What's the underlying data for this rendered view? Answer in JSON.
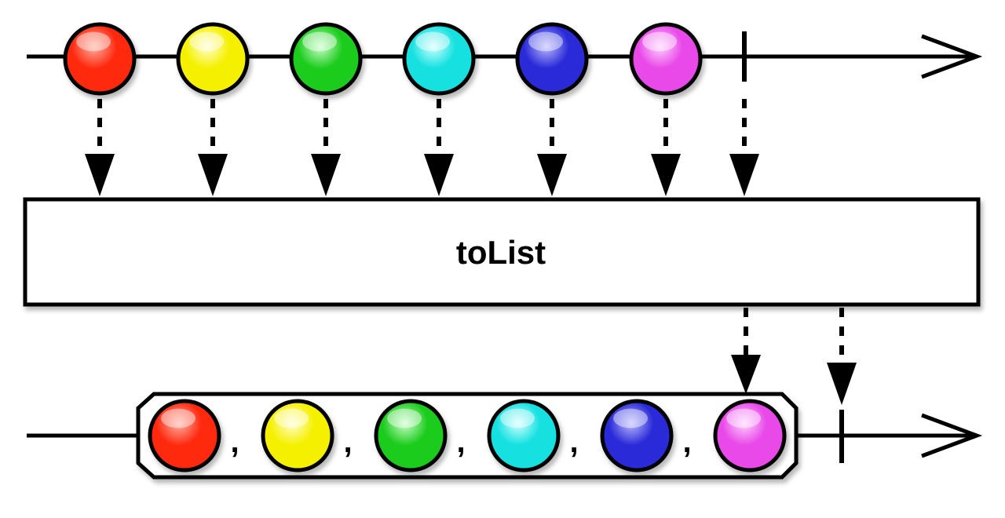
{
  "operator": {
    "label": "toList"
  },
  "colors": {
    "line": "#000000",
    "box_fill": "#ffffff",
    "shadow": "#c8c8c8"
  },
  "source_stream": {
    "items": [
      {
        "name": "red",
        "color": "#ff2a10",
        "highlight": "#ffb0a0"
      },
      {
        "name": "yellow",
        "color": "#f5f000",
        "highlight": "#ffffd0"
      },
      {
        "name": "green",
        "color": "#1ecc1e",
        "highlight": "#c8ffc8"
      },
      {
        "name": "cyan",
        "color": "#12e0e0",
        "highlight": "#d0ffff"
      },
      {
        "name": "blue",
        "color": "#2a2ad8",
        "highlight": "#b8b8ff"
      },
      {
        "name": "magenta",
        "color": "#e848e8",
        "highlight": "#ffd0ff"
      }
    ],
    "completes": true
  },
  "result_stream": {
    "list_items": [
      {
        "name": "red",
        "color": "#ff2a10",
        "highlight": "#ffb0a0"
      },
      {
        "name": "yellow",
        "color": "#f5f000",
        "highlight": "#ffffd0"
      },
      {
        "name": "green",
        "color": "#1ecc1e",
        "highlight": "#c8ffc8"
      },
      {
        "name": "cyan",
        "color": "#12e0e0",
        "highlight": "#d0ffff"
      },
      {
        "name": "blue",
        "color": "#2a2ad8",
        "highlight": "#b8b8ff"
      },
      {
        "name": "magenta",
        "color": "#e848e8",
        "highlight": "#ffd0ff"
      }
    ],
    "separator": ",",
    "completes": true
  }
}
